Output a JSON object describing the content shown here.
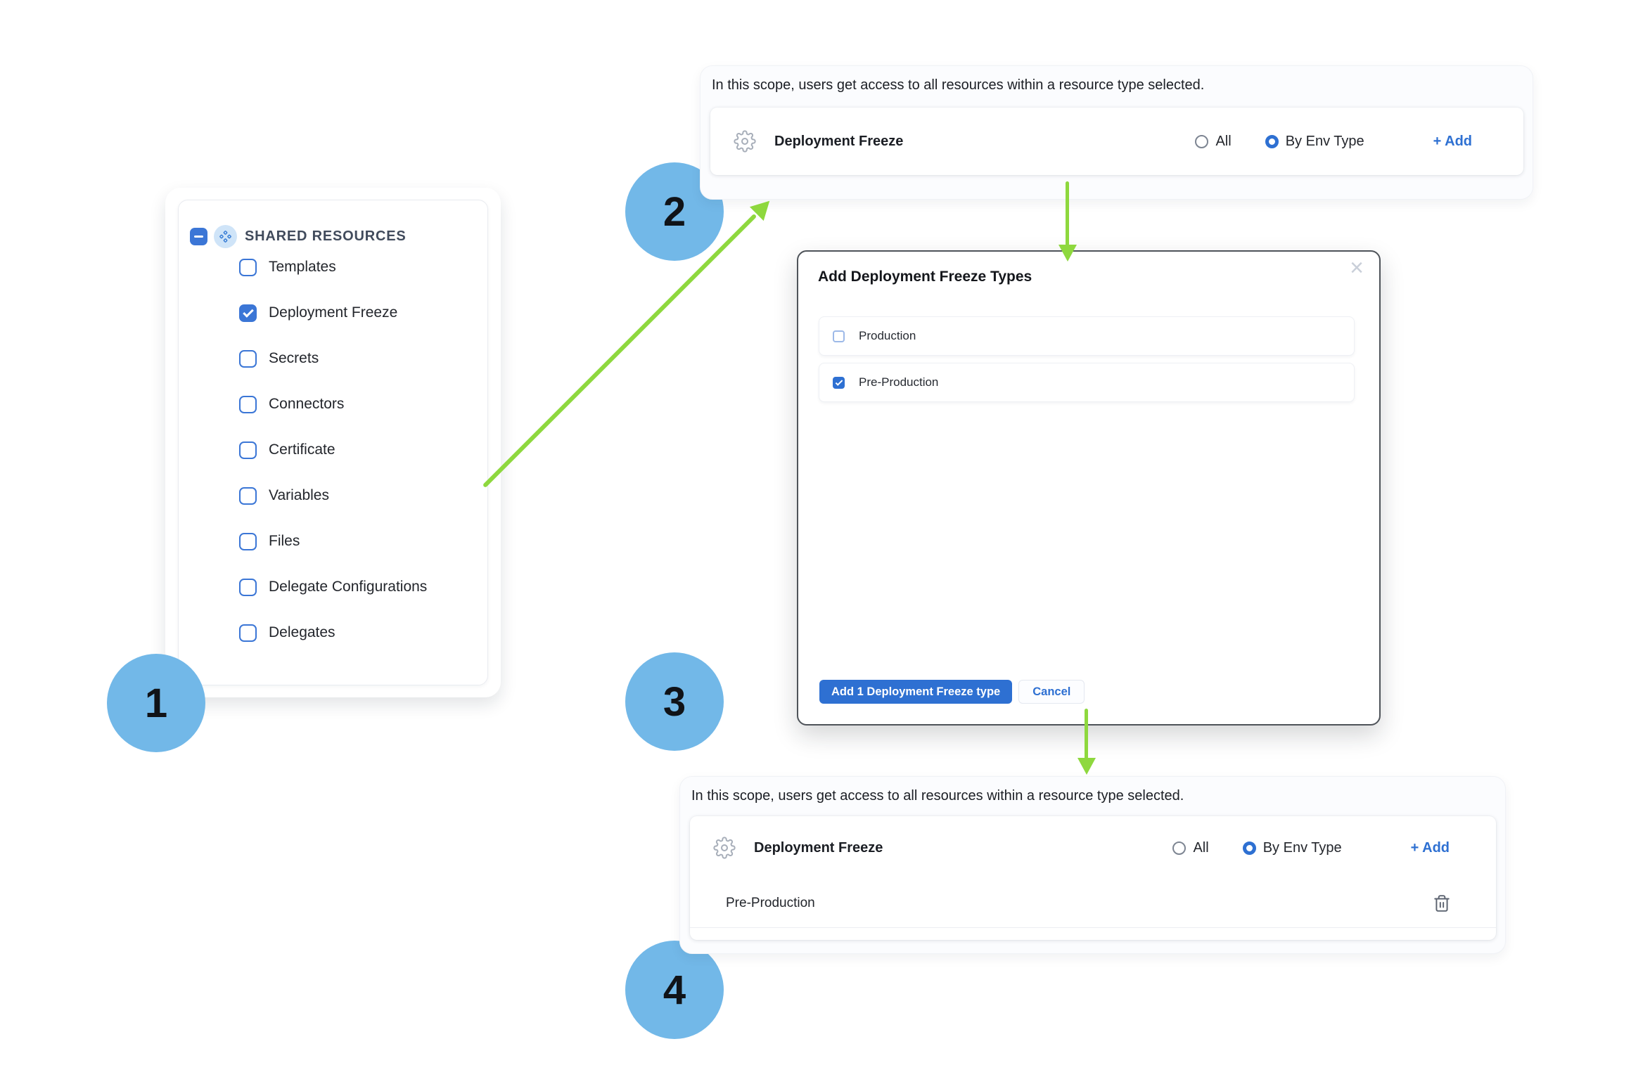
{
  "colors": {
    "accent_blue": "#2e70d2",
    "checkbox_blue": "#3b76d6",
    "arrow_green": "#8ed83e",
    "badge_blue": "#72b8e8"
  },
  "steps": [
    "1",
    "2",
    "3",
    "4"
  ],
  "sidebar": {
    "title": "SHARED RESOURCES",
    "items": [
      {
        "label": "Templates",
        "checked": false
      },
      {
        "label": "Deployment Freeze",
        "checked": true
      },
      {
        "label": "Secrets",
        "checked": false
      },
      {
        "label": "Connectors",
        "checked": false
      },
      {
        "label": "Certificate",
        "checked": false
      },
      {
        "label": "Variables",
        "checked": false
      },
      {
        "label": "Files",
        "checked": false
      },
      {
        "label": "Delegate Configurations",
        "checked": false
      },
      {
        "label": "Delegates",
        "checked": false
      }
    ]
  },
  "scope_panel_top": {
    "description": "In this scope, users get access to all resources within a resource type selected.",
    "resource_label": "Deployment Freeze",
    "radio_all_label": "All",
    "radio_by_env_label": "By Env Type",
    "selected_radio": "By Env Type",
    "add_label": "+ Add"
  },
  "modal": {
    "title": "Add Deployment Freeze Types",
    "close_icon": "×",
    "options": [
      {
        "label": "Production",
        "checked": false
      },
      {
        "label": "Pre-Production",
        "checked": true
      }
    ],
    "primary_button": "Add 1 Deployment Freeze type",
    "cancel_button": "Cancel"
  },
  "scope_panel_bottom": {
    "description": "In this scope, users get access to all resources within a resource type selected.",
    "resource_label": "Deployment Freeze",
    "radio_all_label": "All",
    "radio_by_env_label": "By Env Type",
    "selected_radio": "By Env Type",
    "add_label": "+ Add",
    "selected_types": [
      {
        "label": "Pre-Production"
      }
    ]
  }
}
